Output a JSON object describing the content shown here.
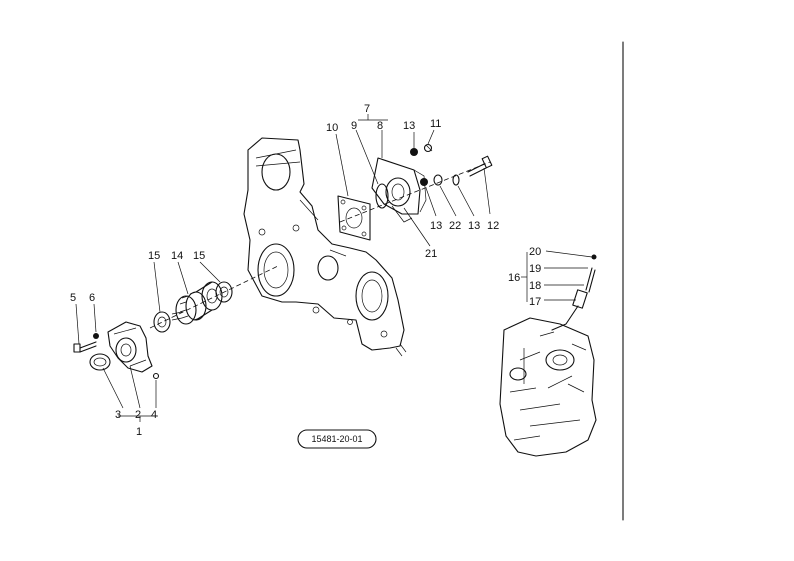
{
  "diagram": {
    "drawing_ref": "15481-20-01",
    "callouts": {
      "c1": "1",
      "c2": "2",
      "c3": "3",
      "c4": "4",
      "c5": "5",
      "c6": "6",
      "c7": "7",
      "c8": "8",
      "c9": "9",
      "c10": "10",
      "c11": "11",
      "c12": "12",
      "c13a": "13",
      "c13b": "13",
      "c13c": "13",
      "c14": "14",
      "c15a": "15",
      "c15b": "15",
      "c16": "16",
      "c17": "17",
      "c18": "18",
      "c19": "19",
      "c20": "20",
      "c21": "21",
      "c22": "22"
    }
  }
}
